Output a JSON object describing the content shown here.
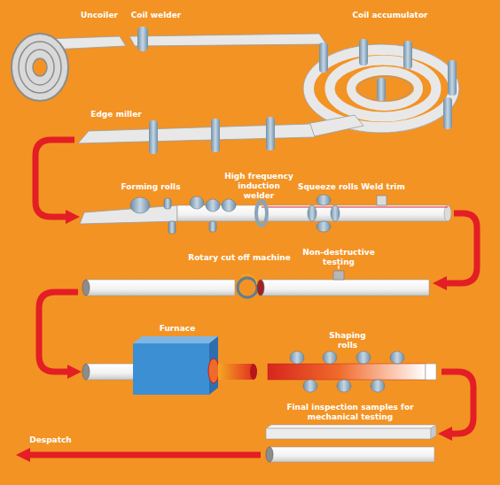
{
  "diagram": {
    "labels": [
      "Uncoiler",
      "Coil welder",
      "Coil accumulator",
      "Edge miller",
      "Forming rolls",
      "High frequency induction welder",
      "Squeeze rolls",
      "Weld trim",
      "Rotary cut off machine",
      "Non-destructive testing",
      "Furnace",
      "Shaping rolls",
      "Final inspection samples for mechanical testing",
      "Despatch"
    ]
  }
}
